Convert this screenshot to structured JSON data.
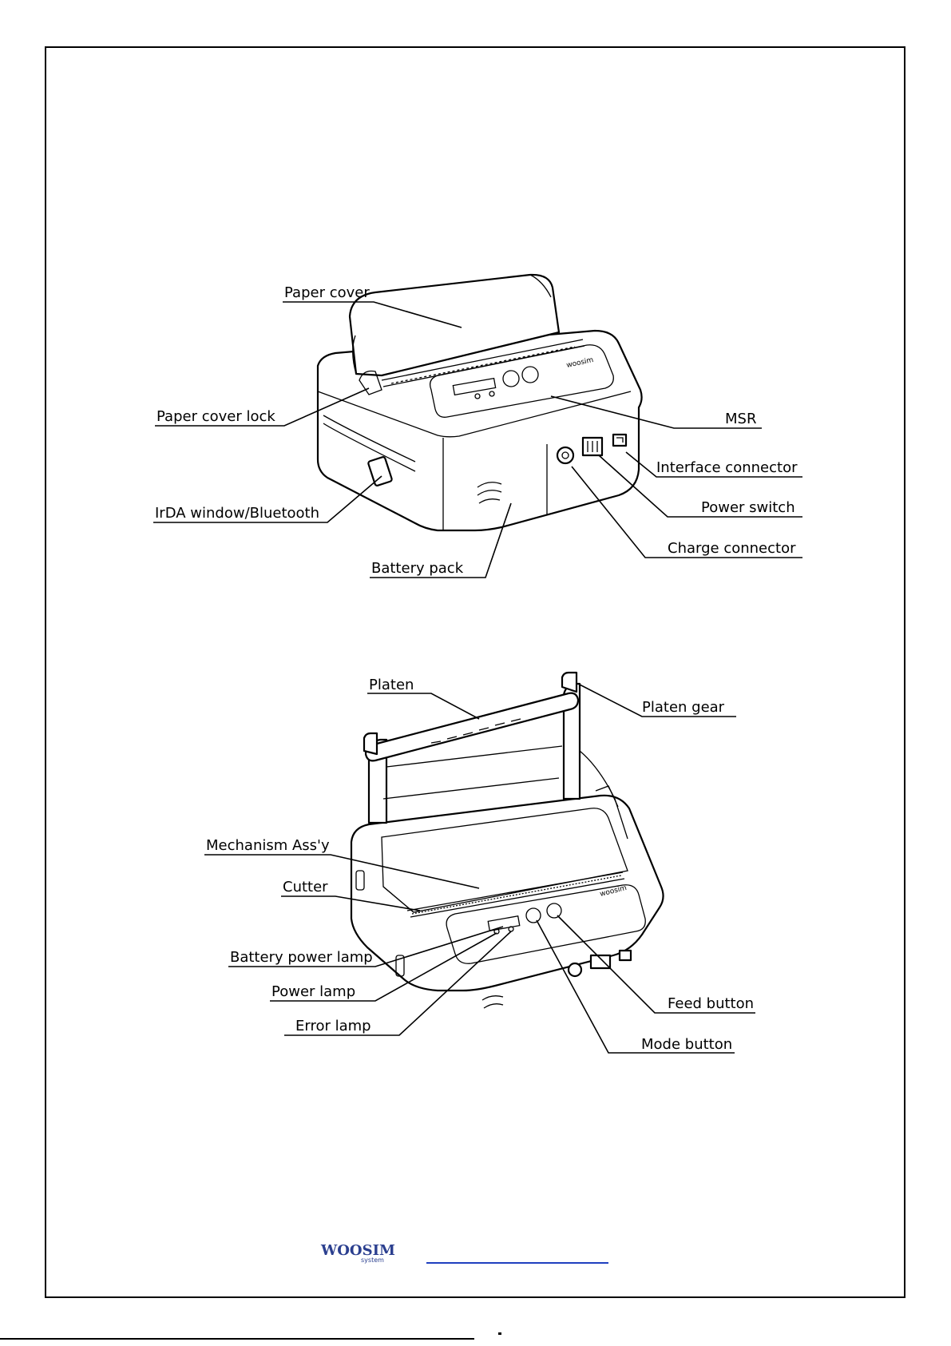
{
  "figure1": {
    "labels": {
      "paper_cover": "Paper cover",
      "paper_cover_lock": "Paper cover lock",
      "irda_window": "IrDA window/Bluetooth",
      "battery_pack": "Battery pack",
      "msr": "MSR",
      "interface_connector": "Interface connector",
      "power_switch": "Power switch",
      "charge_connector": "Charge connector"
    }
  },
  "figure2": {
    "labels": {
      "platen": "Platen",
      "platen_gear": "Platen gear",
      "mechanism": "Mechanism Ass'y",
      "cutter": "Cutter",
      "battery_power_lamp": "Battery power lamp",
      "power_lamp": "Power lamp",
      "error_lamp": "Error lamp",
      "feed_button": "Feed button",
      "mode_button": "Mode button"
    }
  },
  "footer": {
    "logo_text": "WOOSIM",
    "logo_subtext": "system"
  },
  "colors": {
    "link": "#1f3fbf",
    "line": "#000000"
  }
}
